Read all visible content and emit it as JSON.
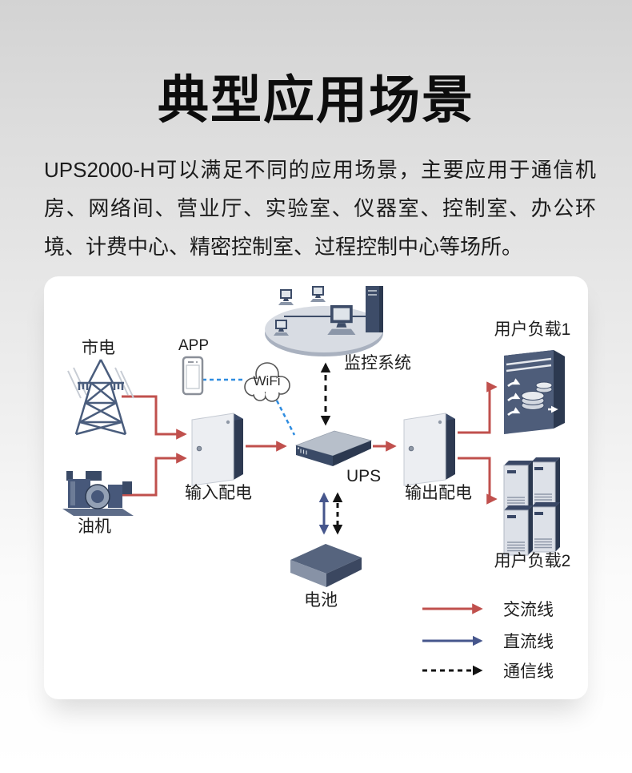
{
  "page": {
    "title": "典型应用场景",
    "description": "UPS2000-H可以满足不同的应用场景，主要应用于通信机房、网络间、营业厅、实验室、仪器室、控制室、办公环境、计费中心、精密控制室、过程控制中心等场所。"
  },
  "diagram": {
    "nodes": {
      "mains": "市电",
      "generator": "油机",
      "app": "APP",
      "wifi": "WiFi",
      "monitoring": "监控系统",
      "input_dist": "输入配电",
      "ups": "UPS",
      "output_dist": "输出配电",
      "battery": "电池",
      "load1": "用户负载1",
      "load2": "用户负载2"
    },
    "legend": [
      {
        "label": "交流线",
        "style": "solid",
        "color": "#c0504d"
      },
      {
        "label": "直流线",
        "style": "solid",
        "color": "#46568c"
      },
      {
        "label": "通信线",
        "style": "dashed",
        "color": "#141414"
      }
    ],
    "colors": {
      "ac_line": "#c0504d",
      "dc_line": "#46568c",
      "comm_line": "#141414",
      "wifi_link": "#2e8ce0",
      "device_dark_navy": "#2c3950",
      "device_navy": "#3d4c68",
      "device_light_face": "#eceef2"
    },
    "icons": {
      "mains": "transmission-tower",
      "generator": "diesel-generator",
      "app": "smartphone",
      "wifi": "cloud",
      "monitoring": "computer-cluster-platform",
      "input_dist": "wall-cabinet",
      "ups": "rack-device",
      "output_dist": "wall-cabinet",
      "battery": "flat-box",
      "load1": "server-tower",
      "load2": "rack-cabinets"
    }
  }
}
